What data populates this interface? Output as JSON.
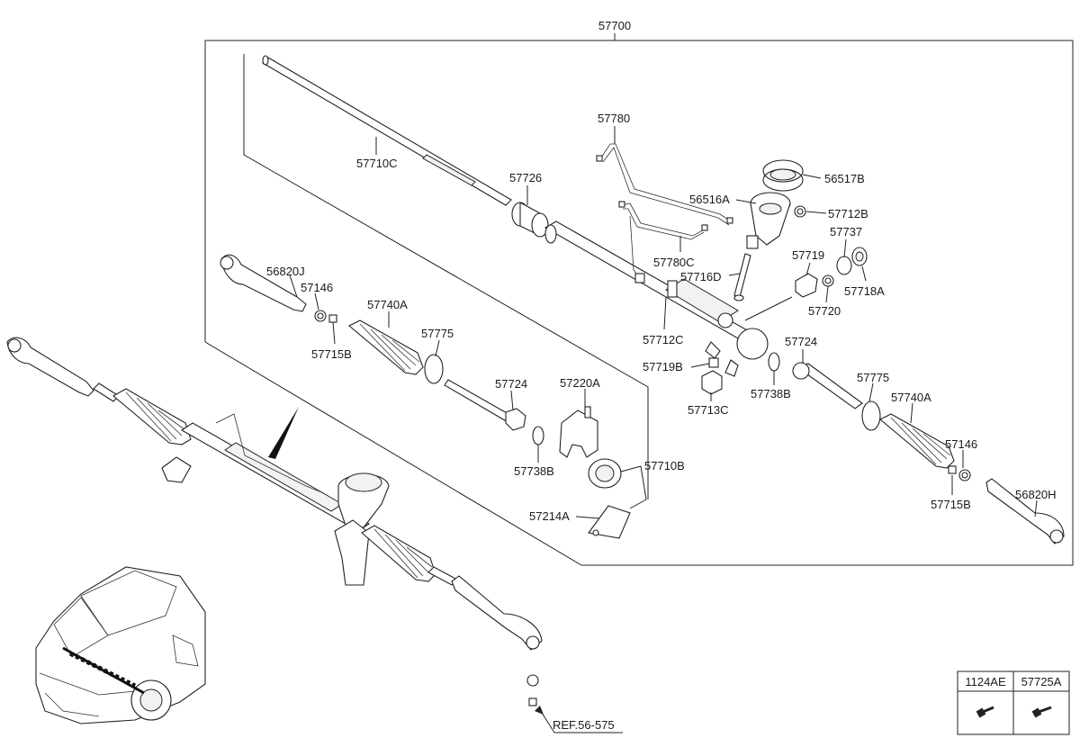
{
  "assembly_label": "57700",
  "reference_label": "REF.56-575",
  "part_labels": [
    "57710C",
    "57726",
    "57780",
    "56516A",
    "56517B",
    "57712B",
    "57737",
    "57718A",
    "57719",
    "57720",
    "57780C",
    "57716D",
    "57712C",
    "56820J",
    "57146",
    "57715B",
    "57740A",
    "57775",
    "57724",
    "57738B",
    "57220A",
    "57710B",
    "57214A",
    "57719B",
    "57713C",
    "57724",
    "57738B",
    "57775",
    "57740A",
    "57146",
    "57715B",
    "56820H"
  ],
  "fastener_table": {
    "col1": "1124AE",
    "col2": "57725A"
  }
}
